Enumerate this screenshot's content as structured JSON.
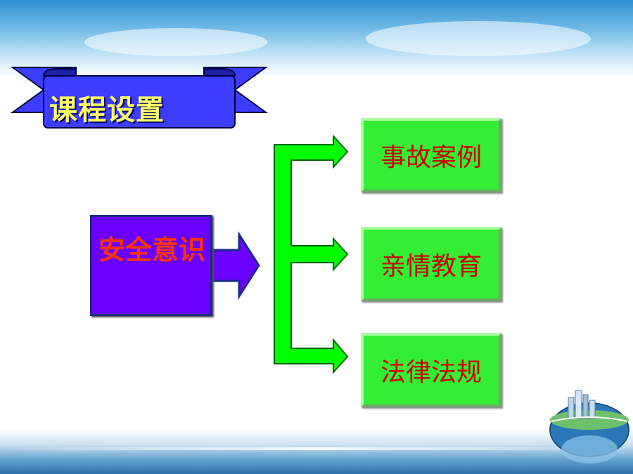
{
  "title": "课程设置",
  "center": {
    "label": "安全意识"
  },
  "branches": [
    {
      "label": "事故案例"
    },
    {
      "label": "亲情教育"
    },
    {
      "label": "法律法规"
    }
  ],
  "colors": {
    "banner_fill": "#3d3dff",
    "banner_text": "#ffff66",
    "center_fill": "#6a00ff",
    "center_text": "#ff3300",
    "node_fill": "#33ee33",
    "node_text": "#cc0000",
    "connector": "#00ff00"
  },
  "icons": [
    "ribbon-banner-icon",
    "arrow-right-icon",
    "globe-city-icon"
  ]
}
